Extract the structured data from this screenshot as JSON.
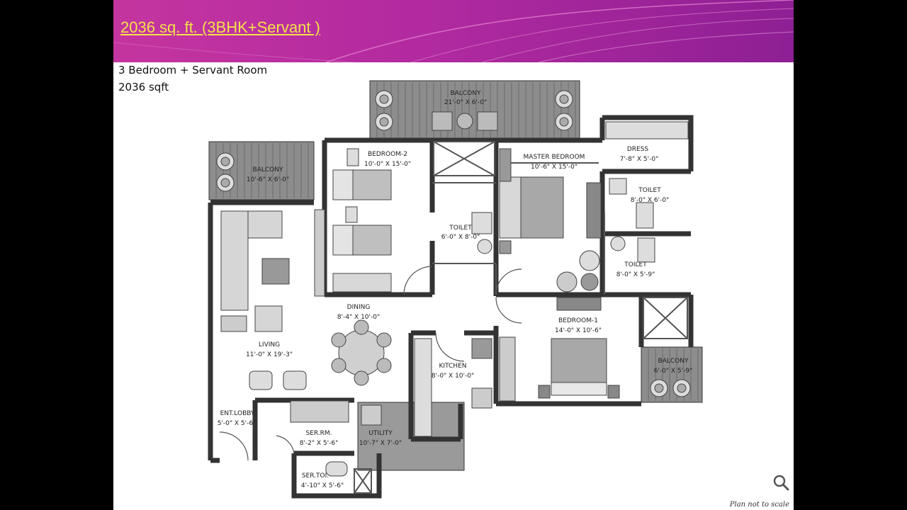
{
  "header": {
    "title": "2036 sq. ft. (3BHK+Servant )"
  },
  "subtitle": {
    "line1": "3 Bedroom + Servant Room",
    "line2": "2036 sqft"
  },
  "rooms": {
    "balcony_top": {
      "name": "BALCONY",
      "size": "21'-0\" X 6'-0\""
    },
    "balcony_left": {
      "name": "BALCONY",
      "size": "10'-6\" X 6'-0\""
    },
    "bedroom2": {
      "name": "BEDROOM-2",
      "size": "10'-0\" X 15'-0\""
    },
    "master": {
      "name": "MASTER BEDROOM",
      "size": "10'-6\" X 15'-0\""
    },
    "dress": {
      "name": "DRESS",
      "size": "7'-8\" X 5'-0\""
    },
    "toilet_a": {
      "name": "TOILET",
      "size": "8'-0\" X 6'-0\""
    },
    "toilet_b": {
      "name": "TOILET",
      "size": "6'-0\" X 8'-0\""
    },
    "toilet_c": {
      "name": "TOILET",
      "size": "8'-0\" X 5'-9\""
    },
    "dining": {
      "name": "DINING",
      "size": "8'-4\" X 10'-0\""
    },
    "living": {
      "name": "LIVING",
      "size": "11'-0\" X 19'-3\""
    },
    "bedroom1": {
      "name": "BEDROOM-1",
      "size": "14'-0\" X 10'-6\""
    },
    "kitchen": {
      "name": "KITCHEN",
      "size": "8'-0\" X 10'-0\""
    },
    "balcony_right": {
      "name": "BALCONY",
      "size": "6'-0\" X 5'-9\""
    },
    "ent_lobby": {
      "name": "ENT.LOBBY",
      "size": "5'-0\" X 5'-6\""
    },
    "serrm": {
      "name": "SER.RM.",
      "size": "8'-2\" X 5'-6\""
    },
    "utility": {
      "name": "UTILITY",
      "size": "10'-7\" X 7'-0\""
    },
    "sertoi": {
      "name": "SER.TOI.",
      "size": "4'-10\" X 5'-6\""
    }
  },
  "note": "Plan not to scale",
  "icons": {
    "zoom": "magnifier-icon"
  }
}
